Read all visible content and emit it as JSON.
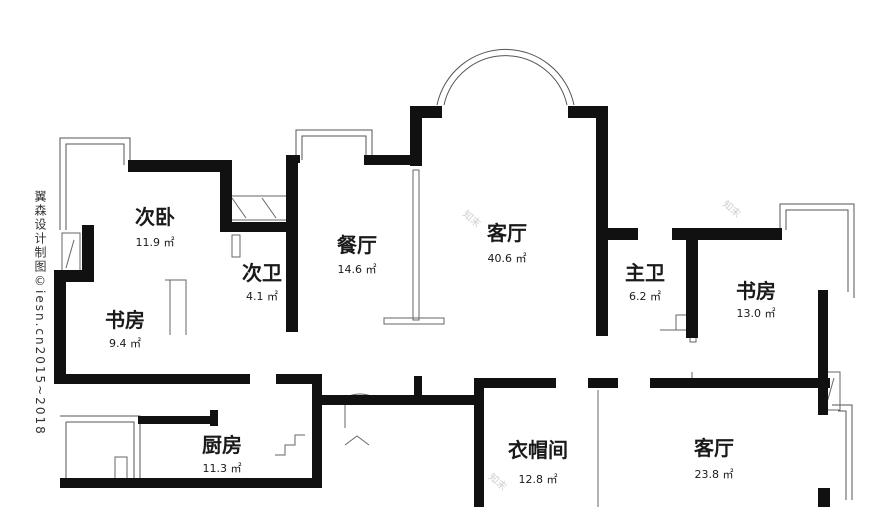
{
  "credit": "翼森设计制图©iesn.cn2015~2018",
  "watermark": "知末",
  "unit": "㎡",
  "rooms": [
    {
      "id": "bedroom2",
      "name": "次卧",
      "area": "11.9"
    },
    {
      "id": "bath2",
      "name": "次卫",
      "area": "4.1"
    },
    {
      "id": "dining",
      "name": "餐厅",
      "area": "14.6"
    },
    {
      "id": "living1",
      "name": "客厅",
      "area": "40.6"
    },
    {
      "id": "masterbath",
      "name": "主卫",
      "area": "6.2"
    },
    {
      "id": "study-right",
      "name": "书房",
      "area": "13.0"
    },
    {
      "id": "study-left",
      "name": "书房",
      "area": "9.4"
    },
    {
      "id": "kitchen",
      "name": "厨房",
      "area": "11.3"
    },
    {
      "id": "closet",
      "name": "衣帽间",
      "area": "12.8"
    },
    {
      "id": "living2",
      "name": "客厅",
      "area": "23.8"
    }
  ]
}
